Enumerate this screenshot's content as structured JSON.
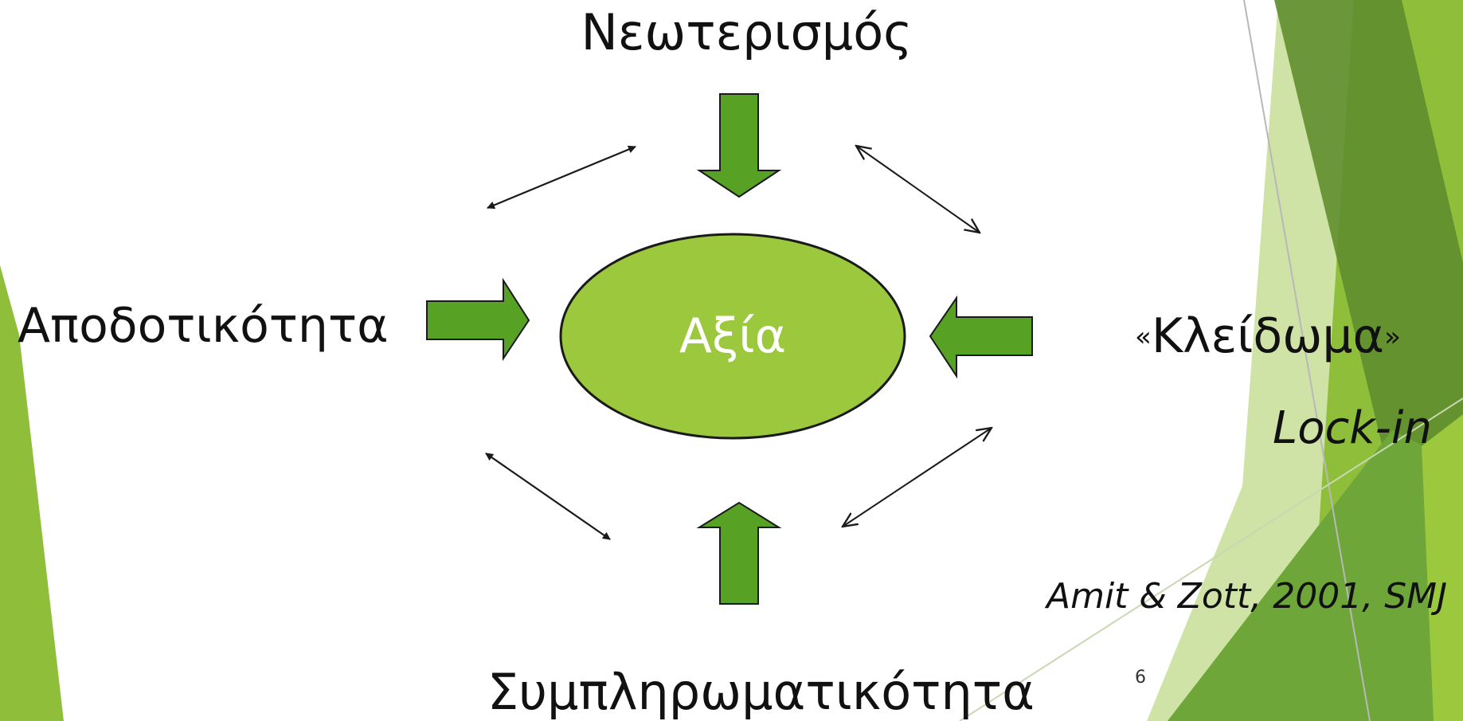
{
  "diagram": {
    "center": "Αξία",
    "top": "Νεωτερισμός",
    "left": "Αποδοτικότητα",
    "right": {
      "open_quote": "«",
      "text": "Κλείδωμα",
      "close_quote": "»"
    },
    "right_subtitle": "Lock-in",
    "bottom": "Συμπληρωματικότητα"
  },
  "citation": "Amit & Zott, 2001, SMJ",
  "slide_number": "6",
  "colors": {
    "ellipse_fill": "#9bc83d",
    "arrow_fill": "#57a125",
    "outline": "#1a1a1a",
    "deco_dark": "#5f8d2f",
    "deco_mid": "#8fbf3a",
    "deco_light": "#cfe3a6"
  }
}
